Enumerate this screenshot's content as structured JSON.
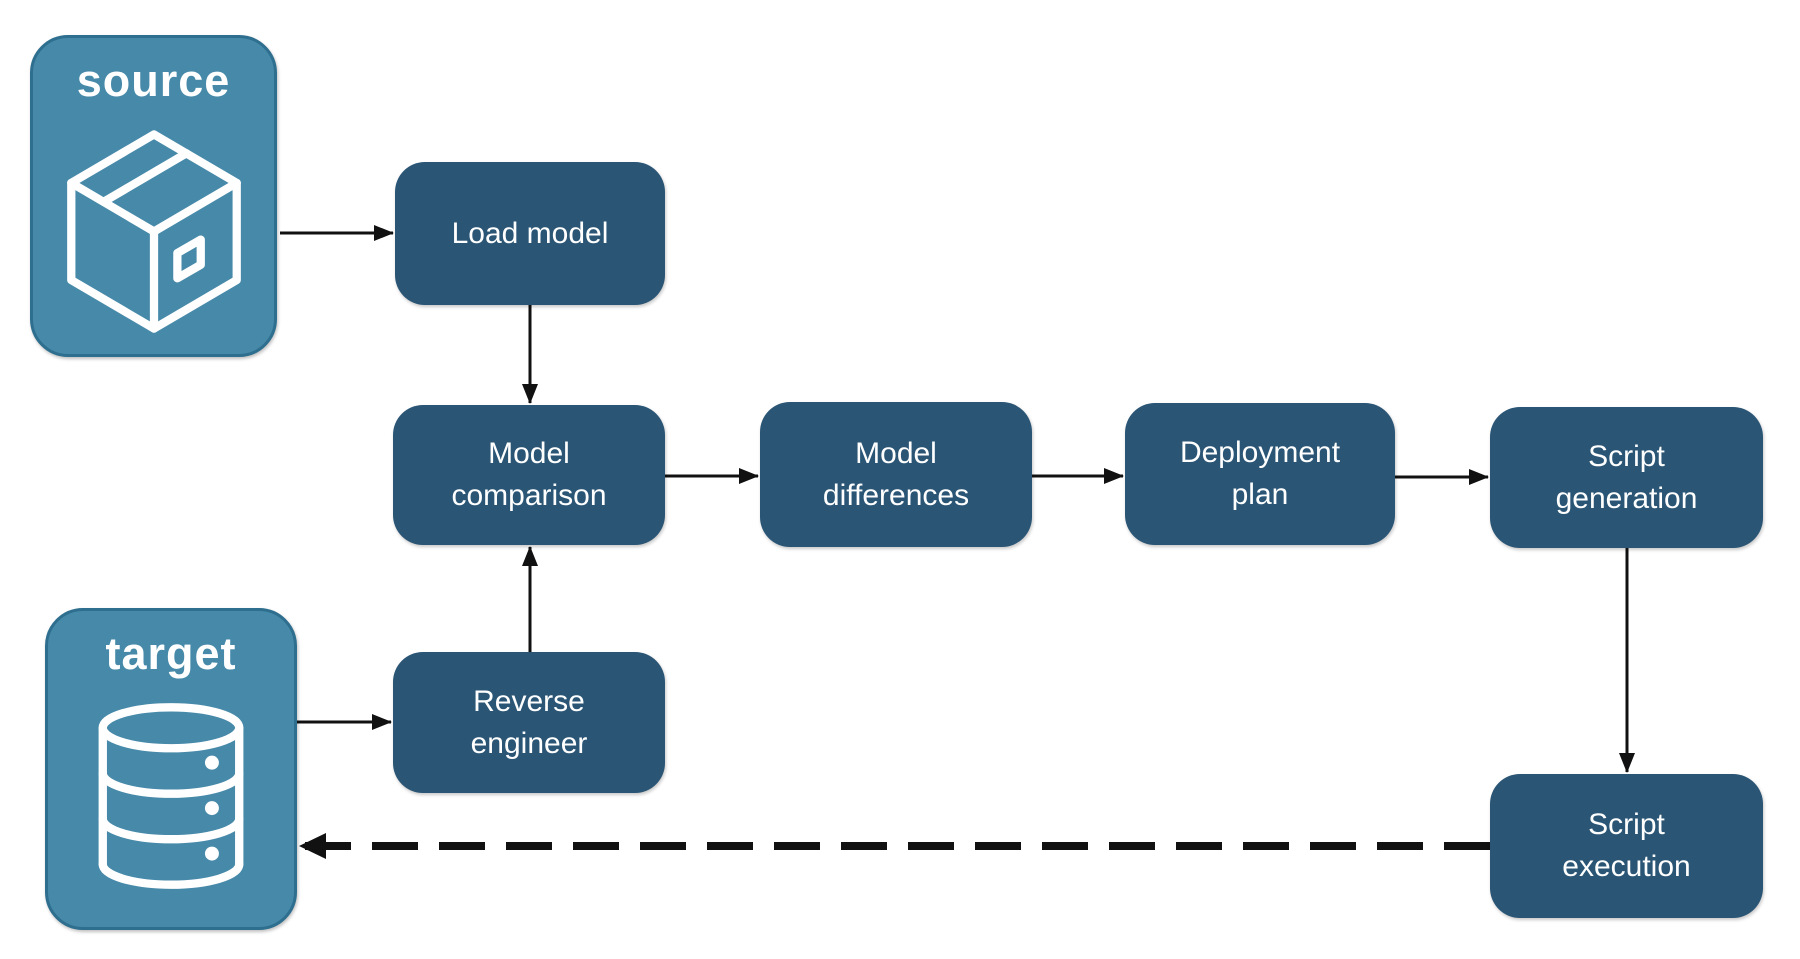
{
  "colors": {
    "node_fill": "#2A5575",
    "endpoint_fill": "#4689A9",
    "endpoint_border": "#2E6E8E",
    "arrow": "#111111",
    "text": "#FFFFFF",
    "background": "#FFFFFF"
  },
  "endpoints": {
    "source": {
      "label": "source",
      "icon": "package-icon"
    },
    "target": {
      "label": "target",
      "icon": "database-icon"
    }
  },
  "nodes": {
    "load_model": {
      "label": "Load model"
    },
    "model_comparison": {
      "label": "Model\ncomparison"
    },
    "model_differences": {
      "label": "Model\ndifferences"
    },
    "deployment_plan": {
      "label": "Deployment\nplan"
    },
    "script_generation": {
      "label": "Script\ngeneration"
    },
    "reverse_engineer": {
      "label": "Reverse\nengineer"
    },
    "script_execution": {
      "label": "Script\nexecution"
    }
  },
  "edges": [
    {
      "from": "source",
      "to": "load_model",
      "style": "solid",
      "direction": "right"
    },
    {
      "from": "load_model",
      "to": "model_comparison",
      "style": "solid",
      "direction": "down"
    },
    {
      "from": "model_comparison",
      "to": "model_differences",
      "style": "solid",
      "direction": "right"
    },
    {
      "from": "model_differences",
      "to": "deployment_plan",
      "style": "solid",
      "direction": "right"
    },
    {
      "from": "deployment_plan",
      "to": "script_generation",
      "style": "solid",
      "direction": "right"
    },
    {
      "from": "script_generation",
      "to": "script_execution",
      "style": "solid",
      "direction": "down"
    },
    {
      "from": "target",
      "to": "reverse_engineer",
      "style": "solid",
      "direction": "right"
    },
    {
      "from": "reverse_engineer",
      "to": "model_comparison",
      "style": "solid",
      "direction": "up"
    },
    {
      "from": "script_execution",
      "to": "target",
      "style": "dashed",
      "direction": "left"
    }
  ]
}
